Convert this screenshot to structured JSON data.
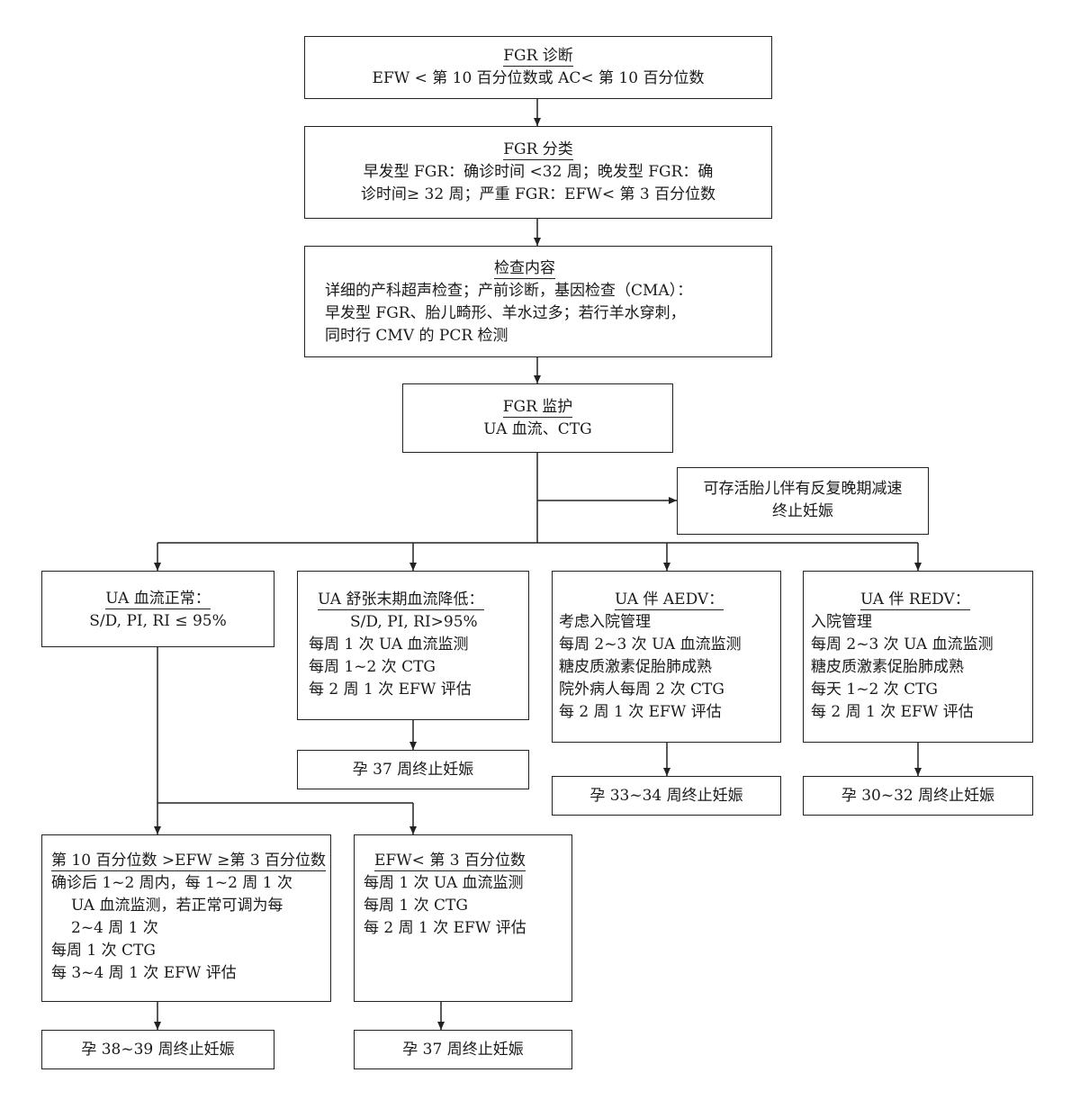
{
  "diagnosis": {
    "title": "FGR 诊断",
    "lines": [
      "EFW < 第 10 百分位数或 AC< 第 10 百分位数"
    ]
  },
  "classification": {
    "title": "FGR 分类",
    "lines": [
      "早发型 FGR：确诊时间 <32 周；晚发型 FGR：确",
      "诊时间≥ 32 周；严重 FGR：EFW< 第 3 百分位数"
    ]
  },
  "examination": {
    "title": "检查内容",
    "lines": [
      "详细的产科超声检查；产前诊断，基因检查（CMA）：",
      "早发型 FGR、胎儿畸形、羊水过多；若行羊水穿刺，",
      "同时行 CMV 的 PCR 检测"
    ]
  },
  "monitoring": {
    "title": "FGR 监护",
    "lines": [
      "UA 血流、CTG"
    ]
  },
  "late_decel": {
    "lines": [
      "可存活胎儿伴有反复晚期减速",
      "终止妊娠"
    ]
  },
  "ua_normal": {
    "title": "UA 血流正常：",
    "lines": [
      "S/D, PI, RI ≤ 95%"
    ]
  },
  "ua_reduced": {
    "title": "UA 舒张末期血流降低：",
    "lines": [
      "S/D, PI, RI>95%",
      "每周 1 次 UA 血流监测",
      "每周 1~2 次 CTG",
      "每 2 周 1 次 EFW 评估"
    ],
    "outcome": "孕 37 周终止妊娠"
  },
  "ua_aedv": {
    "title": "UA 伴 AEDV：",
    "lines": [
      "考虑入院管理",
      "每周 2~3 次 UA 血流监测",
      "糖皮质激素促胎肺成熟",
      "院外病人每周 2 次 CTG",
      "每 2 周 1 次 EFW 评估"
    ],
    "outcome": "孕 33~34 周终止妊娠"
  },
  "ua_redv": {
    "title": "UA 伴 REDV：",
    "lines": [
      "入院管理",
      "每周 2~3 次 UA 血流监测",
      "糖皮质激素促胎肺成熟",
      "每天 1~2 次 CTG",
      "每 2 周 1 次 EFW 评估"
    ],
    "outcome": "孕 30~32 周终止妊娠"
  },
  "efw_mid": {
    "title": "第 10 百分位数 >EFW ≥第 3 百分位数",
    "lines": [
      "确诊后 1~2 周内，每 1~2 周 1 次",
      "UA 血流监测，若正常可调为每",
      "2~4 周 1 次",
      "每周 1 次 CTG",
      "每 3~4 周 1 次 EFW 评估"
    ],
    "outcome": "孕 38~39 周终止妊娠"
  },
  "efw_low": {
    "title": "EFW< 第 3 百分位数",
    "lines": [
      "每周 1 次 UA 血流监测",
      "每周 1 次 CTG",
      "每 2 周 1 次 EFW 评估"
    ],
    "outcome": "孕 37 周终止妊娠"
  }
}
